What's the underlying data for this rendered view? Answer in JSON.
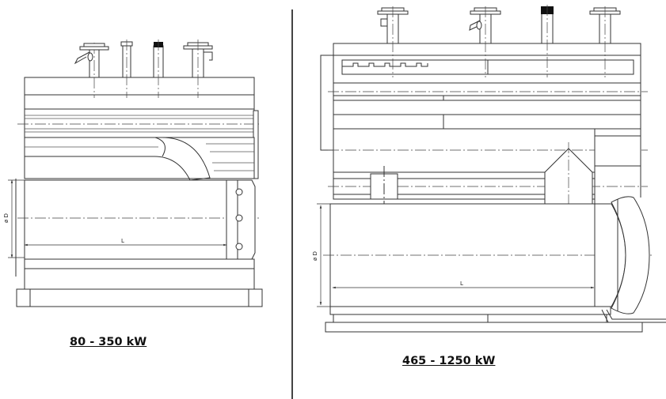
{
  "left_view": {
    "caption": "80 - 350 kW",
    "diameter_label": "ø D",
    "length_label": "L"
  },
  "right_view": {
    "caption": "465 - 1250 kW",
    "diameter_label": "ø D",
    "length_label": "L"
  },
  "colors": {
    "line": "#333333",
    "nozzle_cap": "#111111",
    "background": "#ffffff"
  }
}
